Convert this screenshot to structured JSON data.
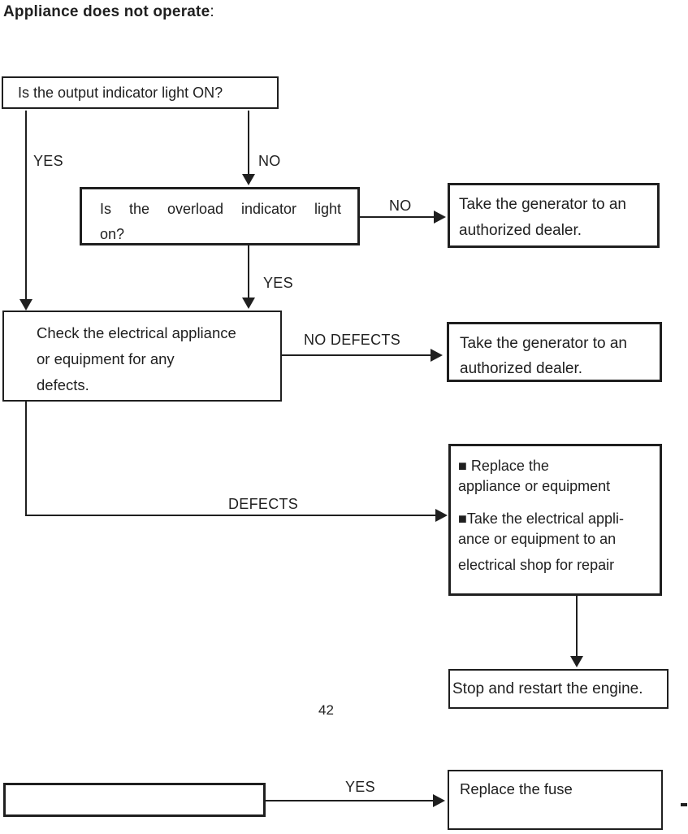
{
  "page": {
    "title": "Appliance does not operate",
    "title_colon": ":",
    "page_number": "42"
  },
  "colors": {
    "ink": "#1f1f1f",
    "paper": "#ffffff"
  },
  "flowchart": {
    "boxes": {
      "output_light": {
        "text": "Is the output indicator light ON?"
      },
      "overload_light": {
        "line1": "Is the overload indicator light",
        "line2": "on?"
      },
      "dealer_top": {
        "line1": "Take the generator to an",
        "line2": "authorized dealer."
      },
      "check_appliance": {
        "line1": "Check the electrical appliance",
        "line2": "or equipment for any",
        "line3": "defects."
      },
      "dealer_mid": {
        "line1": "Take the generator to an",
        "line2": "authorized dealer."
      },
      "replace_or_repair": {
        "item1_line1": "■ Replace the",
        "item1_line2": "appliance or equipment",
        "item2_line1": "■Take the electrical appli-",
        "item2_line2": "ance or equipment to an",
        "item2_line3": "electrical shop for repair"
      },
      "stop_restart": {
        "text": "Stop and restart the engine."
      },
      "empty": {
        "text": ""
      },
      "replace_fuse": {
        "text": "Replace the fuse"
      }
    },
    "labels": {
      "yes_left": "YES",
      "no_top": "NO",
      "no_overload": "NO",
      "yes_overload": "YES",
      "no_defects": "NO DEFECTS",
      "defects": "DEFECTS",
      "yes_fuse": "YES"
    }
  }
}
